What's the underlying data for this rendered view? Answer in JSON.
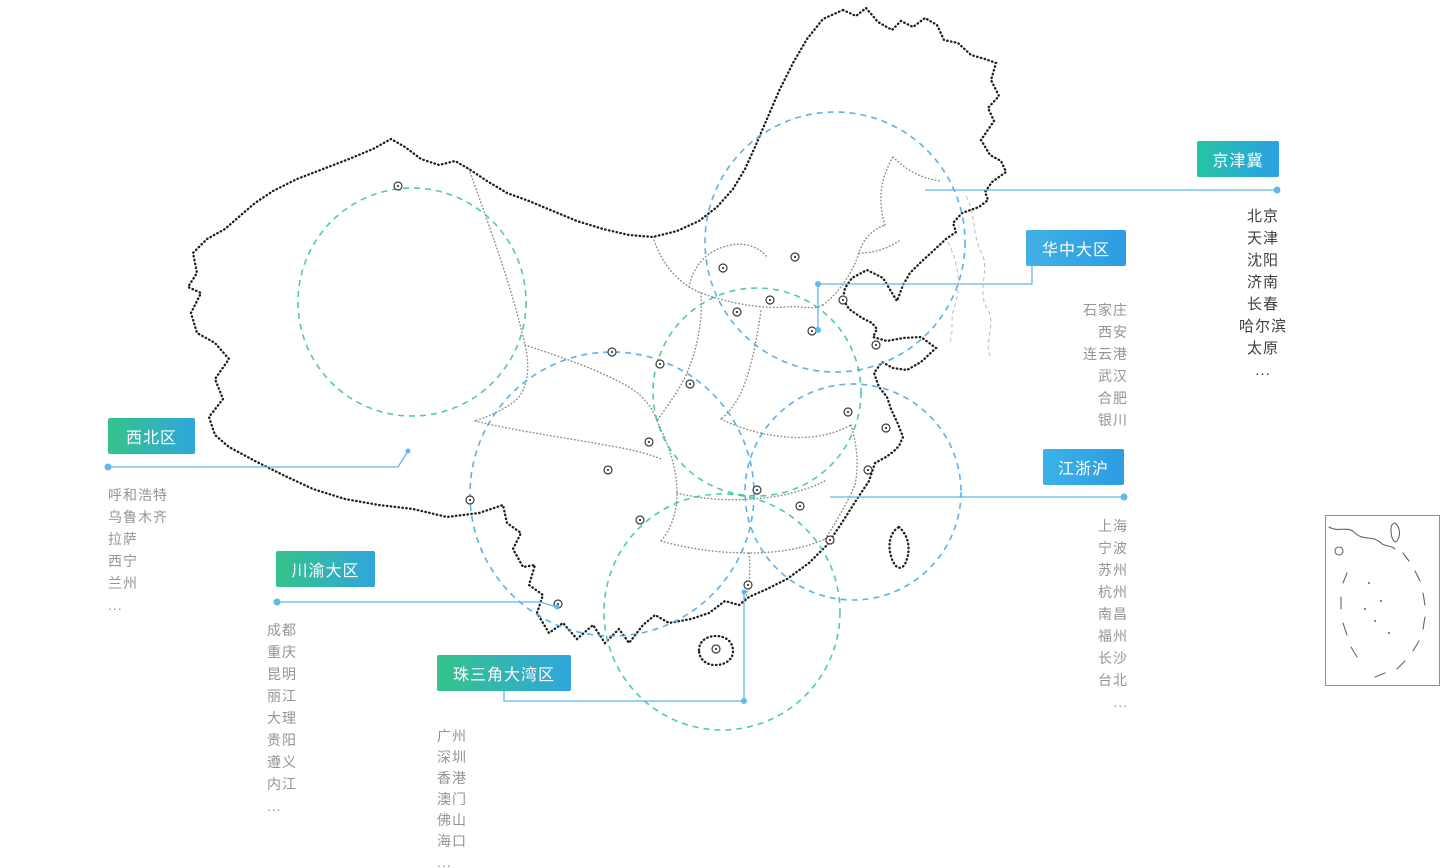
{
  "colors": {
    "circle_blue": "#47aae9",
    "circle_green": "#3dc98f",
    "connector": "#5fb8ec",
    "map_outline": "#1d1d1d",
    "map_inner": "#909090",
    "city_text": "#949494",
    "city_text_dark": "#3f3f3f"
  },
  "regions": [
    {
      "id": "jingjinji",
      "label": "京津冀",
      "gradient": [
        "#25c4a5",
        "#2aa0e5"
      ],
      "cities": [
        "北京",
        "天津",
        "沈阳",
        "济南",
        "长春",
        "哈尔滨",
        "太原",
        "..."
      ]
    },
    {
      "id": "huazhong",
      "label": "华中大区",
      "gradient": [
        "#41b1e6",
        "#2d9ce2"
      ],
      "cities": [
        "石家庄",
        "西安",
        "连云港",
        "武汉",
        "合肥",
        "银川"
      ]
    },
    {
      "id": "jiangzhehu",
      "label": "江浙沪",
      "gradient": [
        "#3bb3e8",
        "#2d9ce2"
      ],
      "cities": [
        "上海",
        "宁波",
        "苏州",
        "杭州",
        "南昌",
        "福州",
        "长沙",
        "台北",
        "..."
      ]
    },
    {
      "id": "xibei",
      "label": "西北区",
      "gradient": [
        "#35c38a",
        "#2fa6dd"
      ],
      "cities": [
        "呼和浩特",
        "乌鲁木齐",
        "拉萨",
        "西宁",
        "兰州",
        "..."
      ]
    },
    {
      "id": "chuanyu",
      "label": "川渝大区",
      "gradient": [
        "#35c38a",
        "#2fa6dd"
      ],
      "cities": [
        "成都",
        "重庆",
        "昆明",
        "丽江",
        "大理",
        "贵阳",
        "遵义",
        "内江",
        "..."
      ]
    },
    {
      "id": "zhusanjiao",
      "label": "珠三角大湾区",
      "gradient": [
        "#35c38a",
        "#2fa6dd"
      ],
      "cities": [
        "广州",
        "深圳",
        "香港",
        "澳门",
        "佛山",
        "海口",
        "..."
      ]
    }
  ]
}
